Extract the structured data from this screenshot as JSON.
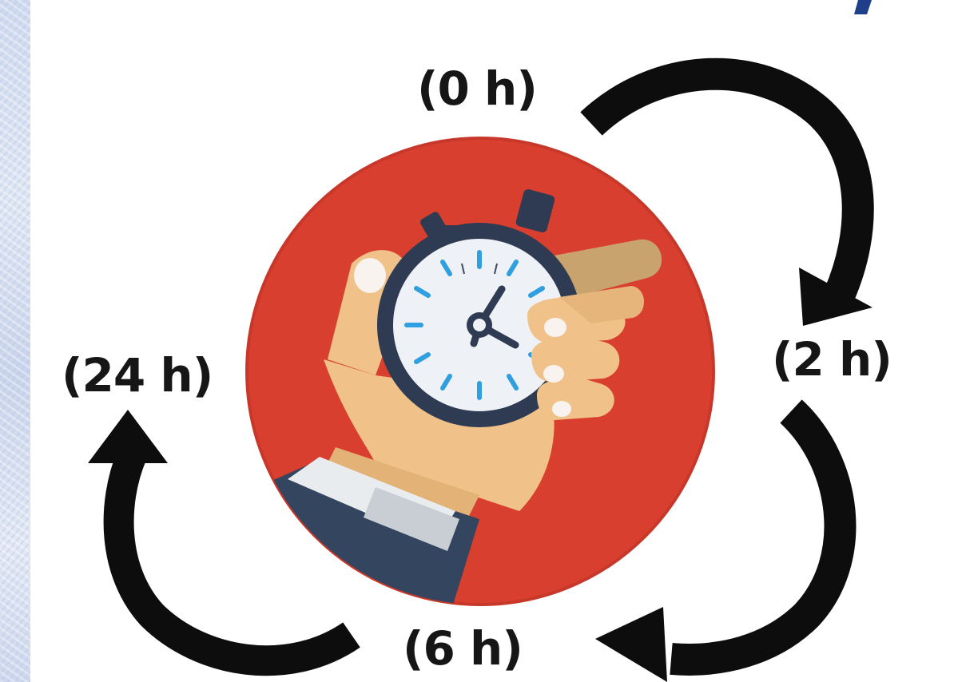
{
  "labels": {
    "t0": "(0 h)",
    "t2": "(2 h)",
    "t6": "(6 h)",
    "t24": "(24 h)"
  },
  "icons": {
    "center": "hand-holding-stopwatch-icon",
    "arrows": "curved-arrow-icon"
  },
  "colors": {
    "circle": "#d93f2e",
    "circle_edge": "#c8382a",
    "arrow": "#0d0d0d",
    "stopwatch_body": "#2e3b52",
    "stopwatch_face": "#eef2f6",
    "tick": "#2f9fe0",
    "skin": "#f0c289",
    "sleeve": "#34455f",
    "cuff": "#e9ecef",
    "left_strip": "#cfd9ee"
  }
}
